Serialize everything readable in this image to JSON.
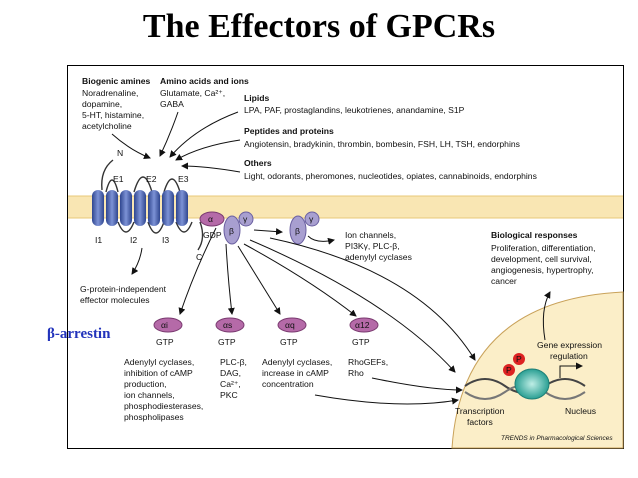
{
  "title": "The Effectors of GPCRs",
  "arrestin_label": "β-arrestin",
  "ligands": {
    "biogenic": {
      "heading": "Biogenic amines",
      "lines": [
        "Noradrenaline,",
        "dopamine,",
        "5-HT, histamine,",
        "acetylcholine"
      ]
    },
    "amino": {
      "heading": "Amino acids and ions",
      "lines": [
        "Glutamate, Ca²⁺,",
        "GABA"
      ]
    },
    "lipids": {
      "heading": "Lipids",
      "lines": [
        "LPA, PAF, prostaglandins, leukotrienes, anandamine, S1P"
      ]
    },
    "peptides": {
      "heading": "Peptides and proteins",
      "lines": [
        "Angiotensin, bradykinin, thrombin, bombesin, FSH, LH, TSH, endorphins"
      ]
    },
    "others": {
      "heading": "Others",
      "lines": [
        "Light, odorants, pheromones, nucleotides, opiates, cannabinoids, endorphins"
      ]
    }
  },
  "receptor": {
    "n_term": "N",
    "c_term": "C",
    "extracellular_loops": [
      "E1",
      "E2",
      "E3"
    ],
    "intracellular_loops": [
      "I1",
      "I2",
      "I3"
    ]
  },
  "g_protein": {
    "alpha": "α",
    "beta": "β",
    "gamma": "γ",
    "gdp": "GDP"
  },
  "beta_gamma_effectors": [
    "Ion channels,",
    "PI3Kγ, PLC-β,",
    "adenylyl cyclases"
  ],
  "independent_effectors": [
    "G-protein-independent",
    "effector molecules"
  ],
  "biological_responses": {
    "heading": "Biological responses",
    "lines": [
      "Proliferation, differentiation,",
      "development, cell survival,",
      "angiogenesis, hypertrophy,",
      "cancer"
    ]
  },
  "alpha_subunits": [
    {
      "name": "αi",
      "gtp": "GTP",
      "effects": [
        "Adenylyl cyclases,",
        "inhibition of cAMP",
        "production,",
        "ion channels,",
        "phosphodiesterases,",
        "phospholipases"
      ]
    },
    {
      "name": "αs",
      "gtp": "GTP",
      "effects": [
        "PLC-β,",
        "DAG,",
        "Ca²⁺,",
        "PKC"
      ]
    },
    {
      "name": "αq",
      "gtp": "GTP",
      "effects": [
        "Adenylyl cyclases,",
        "increase in cAMP",
        "concentration"
      ]
    },
    {
      "name": "α12",
      "gtp": "GTP",
      "effects": [
        "RhoGEFs,",
        "Rho"
      ]
    }
  ],
  "nucleus": {
    "gene_expression": [
      "Gene expression",
      "regulation"
    ],
    "label": "Nucleus",
    "transcription": [
      "Transcription",
      "factors"
    ],
    "phospho": "P"
  },
  "source": "TRENDS in Pharmacological Sciences",
  "colors": {
    "membrane": "#f9e6b3",
    "helix": "#4a63b8",
    "alpha": "#b56aa8",
    "beta_gamma": "#a89fd0",
    "nucleus": "#fbeec8",
    "arrestin": "#2233bb"
  }
}
